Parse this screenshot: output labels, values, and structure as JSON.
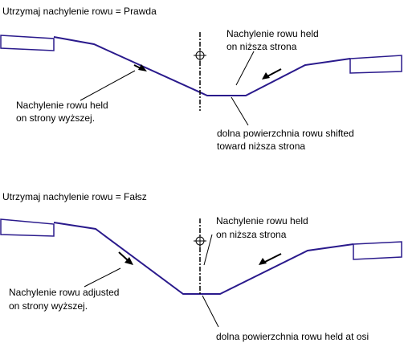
{
  "colors": {
    "profile": "#2a1a8c",
    "ink": "#000000",
    "background": "#ffffff"
  },
  "top_panel": {
    "title": "Utrzymaj nachylenie rowu = Prawda",
    "right_label": [
      "Nachylenie rowu held",
      "on niższa strona"
    ],
    "left_label": [
      "Nachylenie rowu held",
      "on strony wyższej."
    ],
    "bottom_label": [
      "dolna powierzchnia rowu shifted",
      "toward niższa strona"
    ]
  },
  "bottom_panel": {
    "title": "Utrzymaj nachylenie rowu = Fałsz",
    "right_label": [
      "Nachylenie rowu held",
      "on niższa strona"
    ],
    "left_label": [
      "Nachylenie rowu adjusted",
      "on strony wyższej."
    ],
    "bottom_label": [
      "dolna powierzchnia rowu held at osi"
    ]
  },
  "icons": {
    "centerline_marker": "crosshair-circle-icon",
    "slope_arrow": "arrow-icon"
  }
}
